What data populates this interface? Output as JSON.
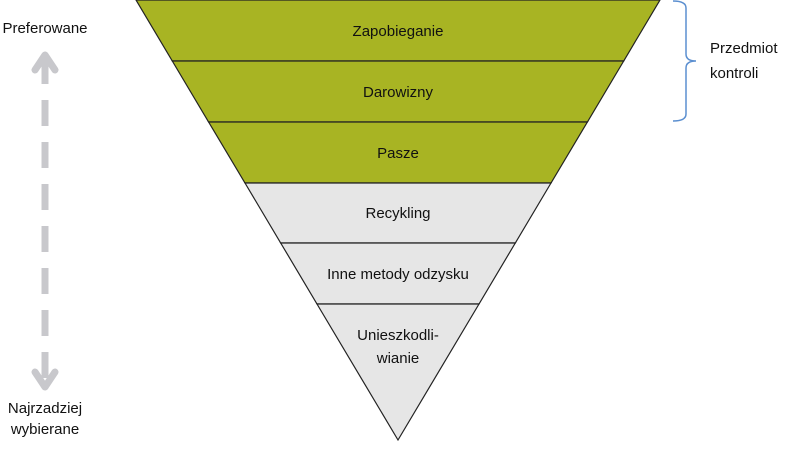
{
  "left_axis": {
    "top_label": "Preferowane",
    "bottom_label_line1": "Najrzadziej",
    "bottom_label_line2": "wybierane"
  },
  "levels": [
    {
      "label": "Zapobieganie"
    },
    {
      "label": "Darowizny"
    },
    {
      "label": "Pasze"
    },
    {
      "label": "Recykling"
    },
    {
      "label": "Inne metody odzysku"
    },
    {
      "label": "Unieszkodli-",
      "label2": "wianie"
    }
  ],
  "bracket": {
    "line1": "Przedmiot",
    "line2": "kontroli"
  },
  "colors": {
    "controlled": "#a8b423",
    "other": "#e6e6e6",
    "bracket": "#5b8fd0",
    "arrow": "#c8c8cc"
  }
}
